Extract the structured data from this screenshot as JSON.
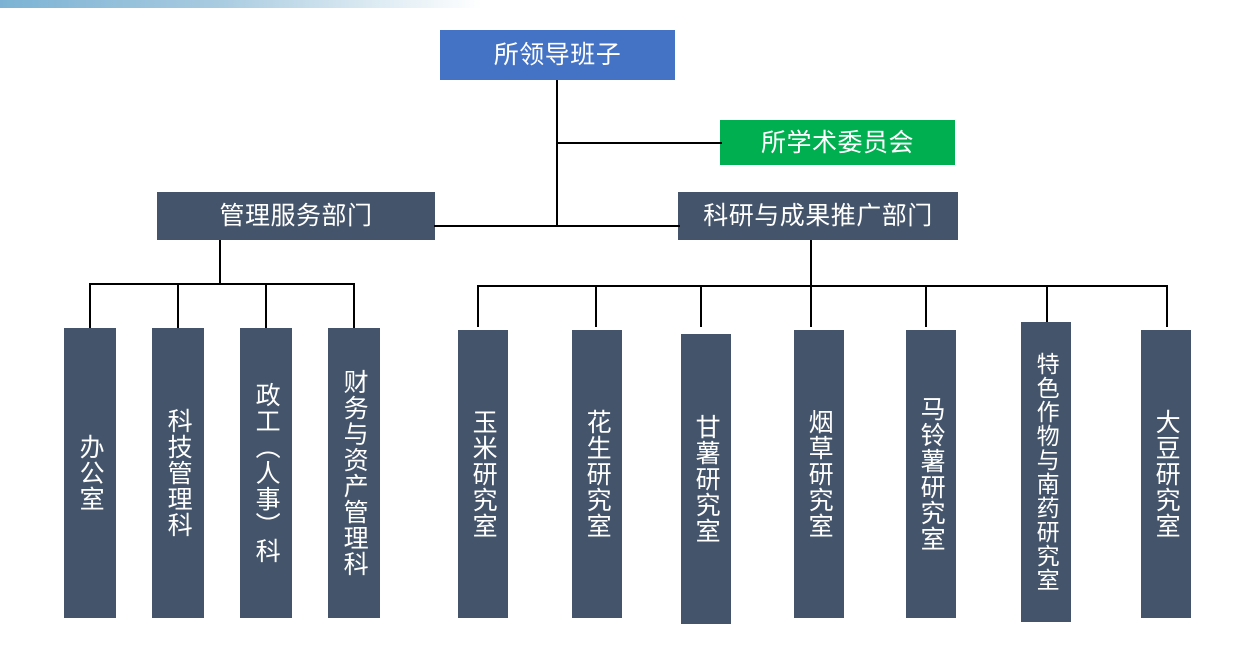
{
  "colors": {
    "top_node": "#4472C4",
    "committee_node": "#00B050",
    "department_node": "#44546A",
    "line": "#000000",
    "text": "#FFFFFF"
  },
  "chart_title": "",
  "top": {
    "label": "所领导班子"
  },
  "committee": {
    "label": "所学术委员会"
  },
  "divisions": [
    {
      "label": "管理服务部门"
    },
    {
      "label": "科研与成果推广部门"
    }
  ],
  "management_units": [
    {
      "label": "办公室"
    },
    {
      "label": "科技管理科"
    },
    {
      "label": "政工（人事）科"
    },
    {
      "label": "财务与资产管理科"
    }
  ],
  "research_units": [
    {
      "label": "玉米研究室"
    },
    {
      "label": "花生研究室"
    },
    {
      "label": "甘薯研究室"
    },
    {
      "label": "烟草研究室"
    },
    {
      "label": "马铃薯研究室"
    },
    {
      "label": "特色作物与南药研究室"
    },
    {
      "label": "大豆研究室"
    }
  ]
}
